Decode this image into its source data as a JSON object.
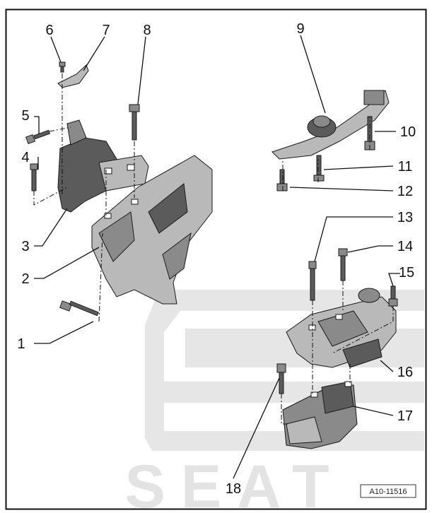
{
  "callouts": [
    {
      "id": "1",
      "label": "1"
    },
    {
      "id": "2",
      "label": "2"
    },
    {
      "id": "3",
      "label": "3"
    },
    {
      "id": "4",
      "label": "4"
    },
    {
      "id": "5",
      "label": "5"
    },
    {
      "id": "6",
      "label": "6"
    },
    {
      "id": "7",
      "label": "7"
    },
    {
      "id": "8",
      "label": "8"
    },
    {
      "id": "9",
      "label": "9"
    },
    {
      "id": "10",
      "label": "10"
    },
    {
      "id": "11",
      "label": "11"
    },
    {
      "id": "12",
      "label": "12"
    },
    {
      "id": "13",
      "label": "13"
    },
    {
      "id": "14",
      "label": "14"
    },
    {
      "id": "15",
      "label": "15"
    },
    {
      "id": "16",
      "label": "16"
    },
    {
      "id": "17",
      "label": "17"
    },
    {
      "id": "18",
      "label": "18"
    }
  ],
  "figure_ref": "A10-11516",
  "watermark_brand": "SEAT"
}
